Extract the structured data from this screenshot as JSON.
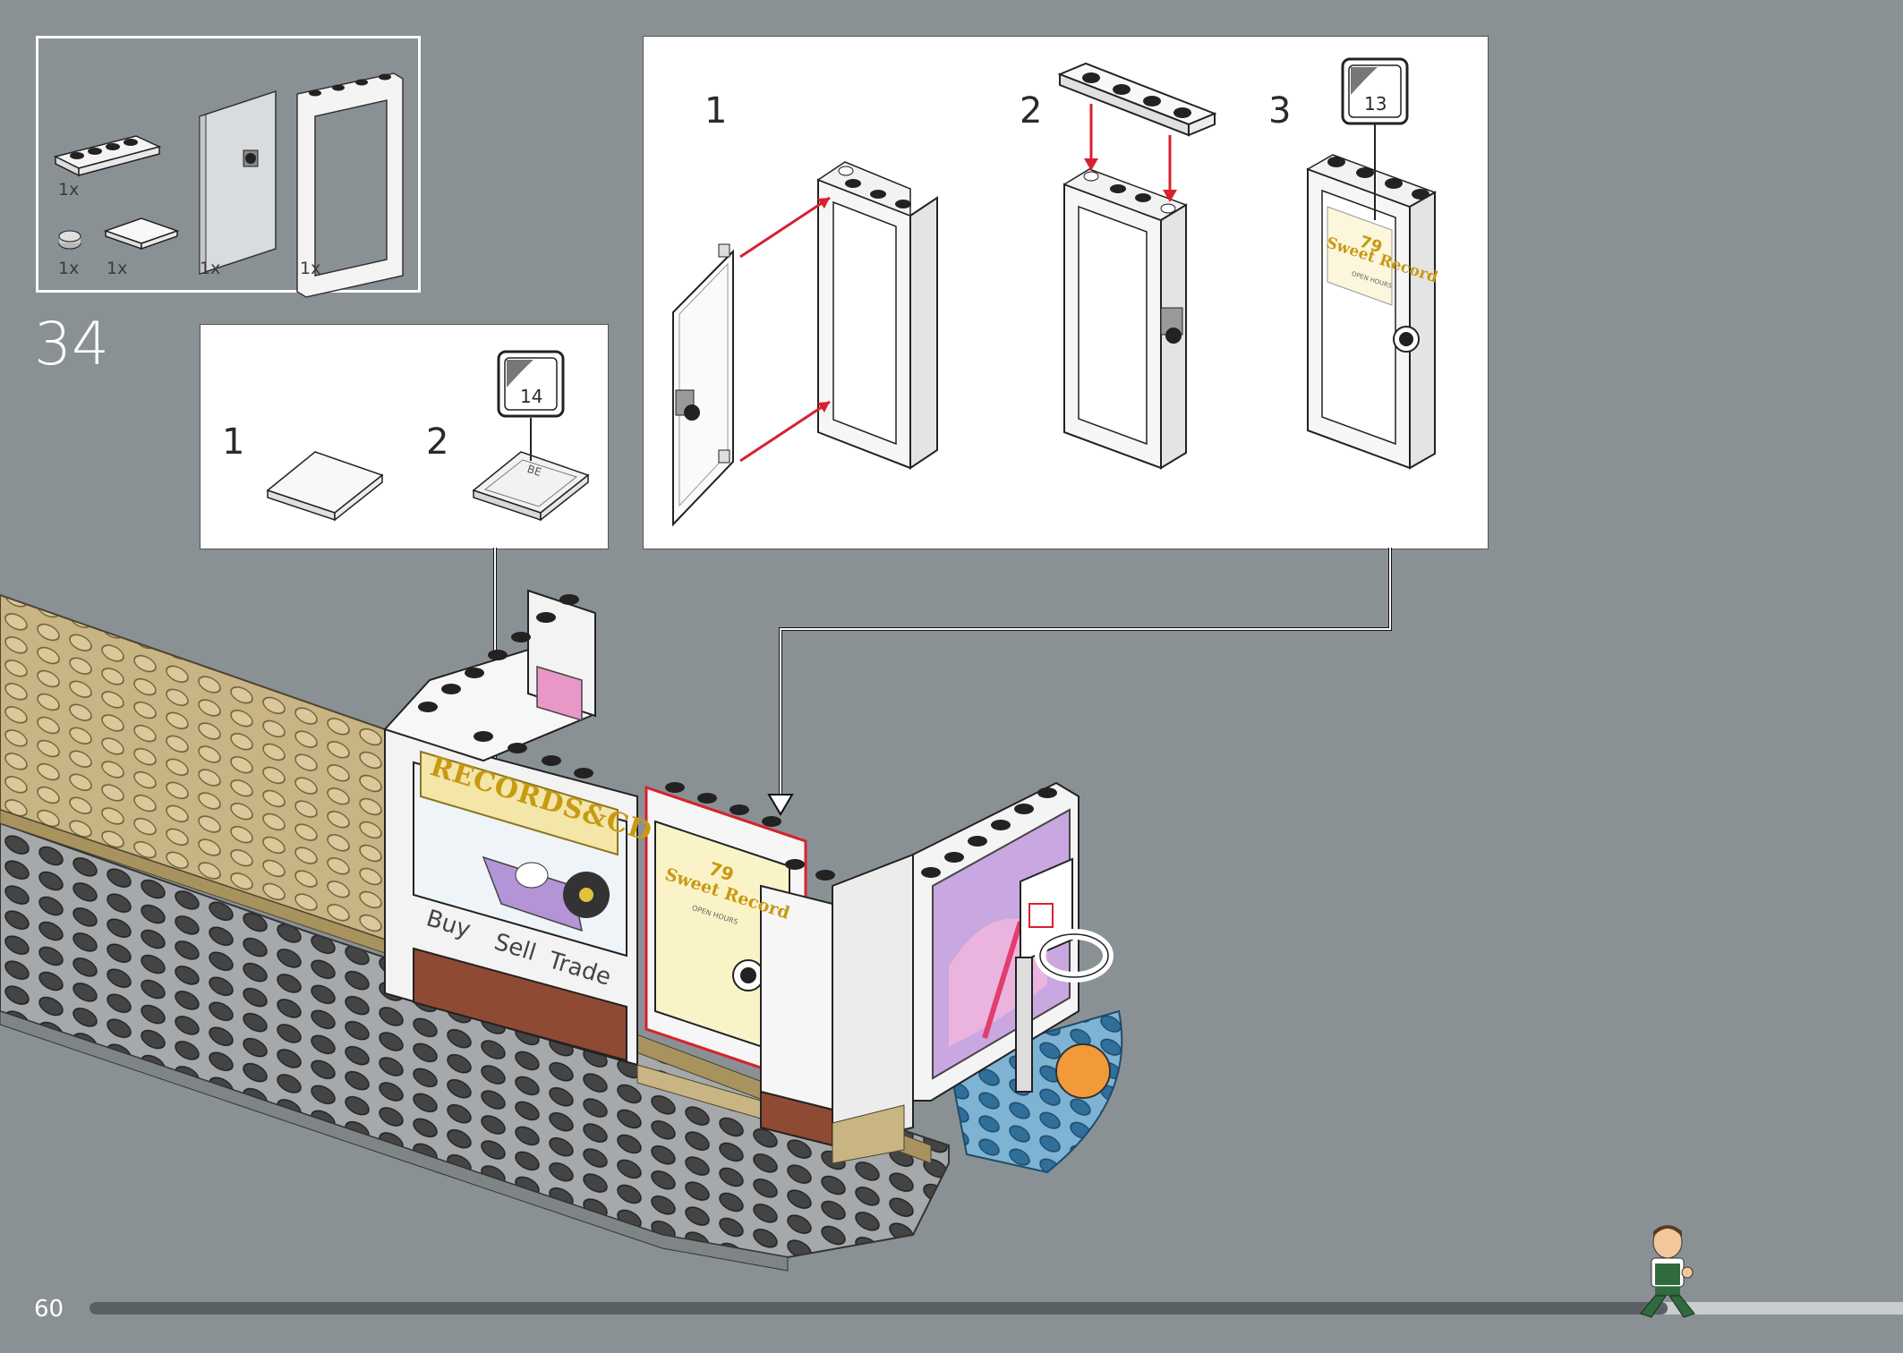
{
  "step_number": "34",
  "page_number": "60",
  "parts_list": {
    "items": [
      {
        "qty": "1x",
        "part": "white plate 1x4"
      },
      {
        "qty": "1x",
        "part": "light grey round plate 1x1"
      },
      {
        "qty": "1x",
        "part": "white tile 2x2"
      },
      {
        "qty": "1x",
        "part": "transparent door 1x4x6"
      },
      {
        "qty": "1x",
        "part": "white door frame 1x4x6"
      }
    ]
  },
  "substep_tile": {
    "steps": [
      "1",
      "2"
    ],
    "sticker_number": "14",
    "tile_print": "BE"
  },
  "substep_door": {
    "steps": [
      "1",
      "2",
      "3"
    ],
    "sticker_number": "13",
    "door_sign": {
      "line1": "79",
      "line2": "Sweet Record",
      "line3": "OPEN HOURS"
    }
  },
  "model": {
    "shop_sign": "RECORDS&CD",
    "window_text": [
      "Buy",
      "Sell",
      "Trade"
    ],
    "door_sign_line1": "79",
    "door_sign_line2": "Sweet Record",
    "door_sign_line3": "OPEN HOURS"
  },
  "progress": {
    "fraction": 0.87
  },
  "colors": {
    "background": "#8a9195",
    "arrow_red": "#d8212f",
    "progress_track": "#5a5f62",
    "progress_remaining": "#c9cdcf",
    "tan": "#c9b483",
    "dark_grey_base": "#9a9fa3",
    "lavender": "#c9a7e0",
    "sign_yellow": "#e3c13a"
  }
}
